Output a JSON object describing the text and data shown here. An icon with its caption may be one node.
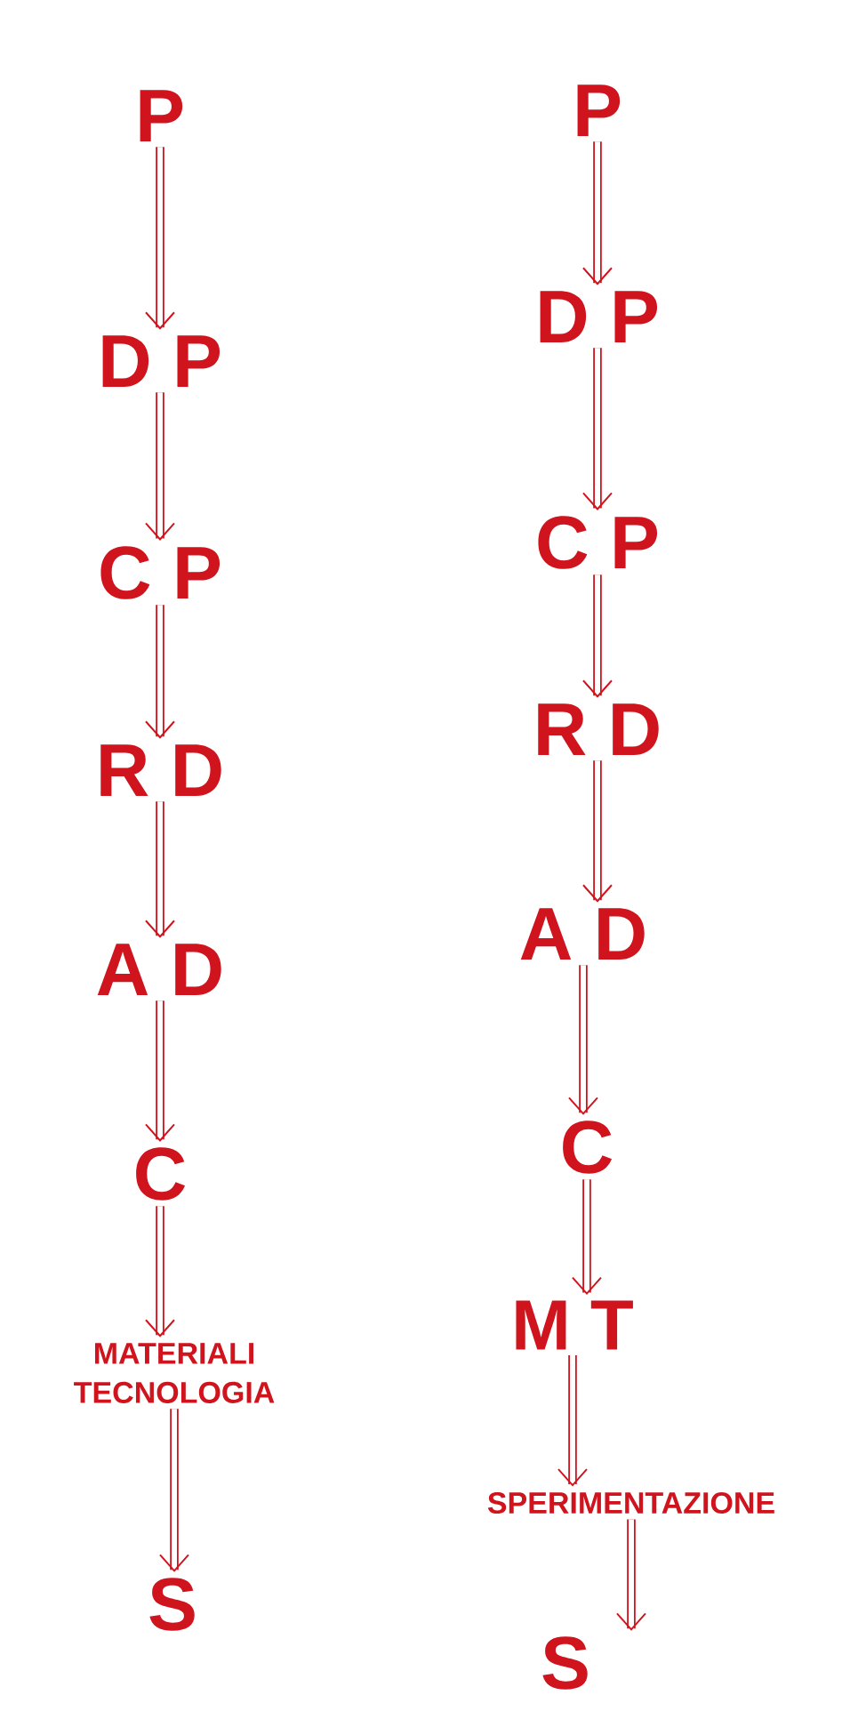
{
  "diagram": {
    "nodes": [
      {
        "text": [
          "P"
        ]
      },
      {
        "text": [
          "D P"
        ]
      },
      {
        "text": [
          "C P"
        ]
      },
      {
        "text": [
          "R D"
        ]
      },
      {
        "text": [
          "A D"
        ]
      },
      {
        "text": [
          "C"
        ]
      },
      {
        "text": [
          "MATERIALI TECNOLOGIA"
        ]
      },
      {
        "text": [
          "S"
        ]
      },
      {
        "text": [
          "P"
        ]
      },
      {
        "text": [
          "D P"
        ]
      },
      {
        "text": [
          "C P"
        ]
      },
      {
        "text": [
          "R D"
        ]
      },
      {
        "text": [
          "A D"
        ]
      },
      {
        "text": [
          "C"
        ]
      },
      {
        "text": [
          "M T"
        ]
      },
      {
        "text": [
          "SPERIMENTAZIONE"
        ]
      },
      {
        "text": [
          "S"
        ]
      }
    ],
    "edges": [
      {
        "from": 0,
        "to": 1,
        "arrow": "to"
      },
      {
        "from": 1,
        "to": 2,
        "arrow": "to"
      },
      {
        "from": 2,
        "to": 3,
        "arrow": "to"
      },
      {
        "from": 3,
        "to": 4,
        "arrow": "to"
      },
      {
        "from": 4,
        "to": 5,
        "arrow": "to"
      },
      {
        "from": 5,
        "to": 6,
        "arrow": "to"
      },
      {
        "from": 6,
        "to": 7,
        "arrow": "to"
      },
      {
        "from": 8,
        "to": 9,
        "arrow": "to"
      },
      {
        "from": 9,
        "to": 10,
        "arrow": "to"
      },
      {
        "from": 10,
        "to": 11,
        "arrow": "to"
      },
      {
        "from": 11,
        "to": 12,
        "arrow": "to"
      },
      {
        "from": 12,
        "to": 13,
        "arrow": "to"
      },
      {
        "from": 13,
        "to": 14,
        "arrow": "to"
      },
      {
        "from": 14,
        "to": 15,
        "arrow": "to"
      },
      {
        "from": 15,
        "to": 16,
        "arrow": "to"
      }
    ]
  }
}
